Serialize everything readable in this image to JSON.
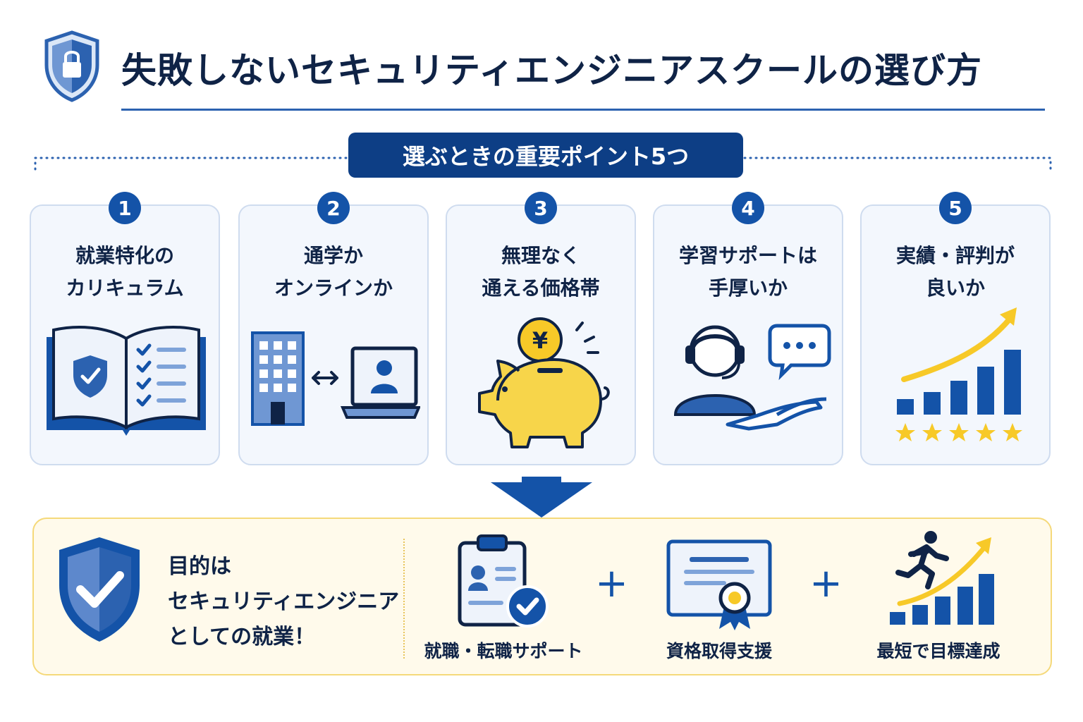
{
  "header": {
    "title": "失敗しないセキュリティエンジニアスクールの選び方",
    "icon": "shield-lock-icon"
  },
  "section_label": "選ぶときの重要ポイント5つ",
  "points": [
    {
      "number": "1",
      "line1": "就業特化の",
      "line2": "カリキュラム",
      "icon": "open-book-checklist-icon"
    },
    {
      "number": "2",
      "line1": "通学か",
      "line2": "オンラインか",
      "icon": "building-laptop-icon"
    },
    {
      "number": "3",
      "line1": "無理なく",
      "line2": "通える価格帯",
      "icon": "piggy-bank-yen-icon"
    },
    {
      "number": "4",
      "line1": "学習サポートは",
      "line2": "手厚いか",
      "icon": "support-headset-icon"
    },
    {
      "number": "5",
      "line1": "実績・評判が",
      "line2": "良いか",
      "icon": "growth-chart-stars-icon"
    }
  ],
  "goal": {
    "line1": "目的は",
    "line2": "セキュリティエンジニア",
    "line3": "としての就業！",
    "icon": "shield-check-icon"
  },
  "benefits": [
    {
      "label": "就職・転職サポート",
      "icon": "clipboard-profile-check-icon"
    },
    {
      "label": "資格取得支援",
      "icon": "certificate-icon"
    },
    {
      "label": "最短で目標達成",
      "icon": "runner-growth-icon"
    }
  ],
  "plus_sign": "+",
  "colors": {
    "navy": "#0d3e85",
    "blue": "#1453a8",
    "light_blue": "#cfdcef",
    "yellow": "#f7c928",
    "panel_yellow": "#fffaeb"
  }
}
